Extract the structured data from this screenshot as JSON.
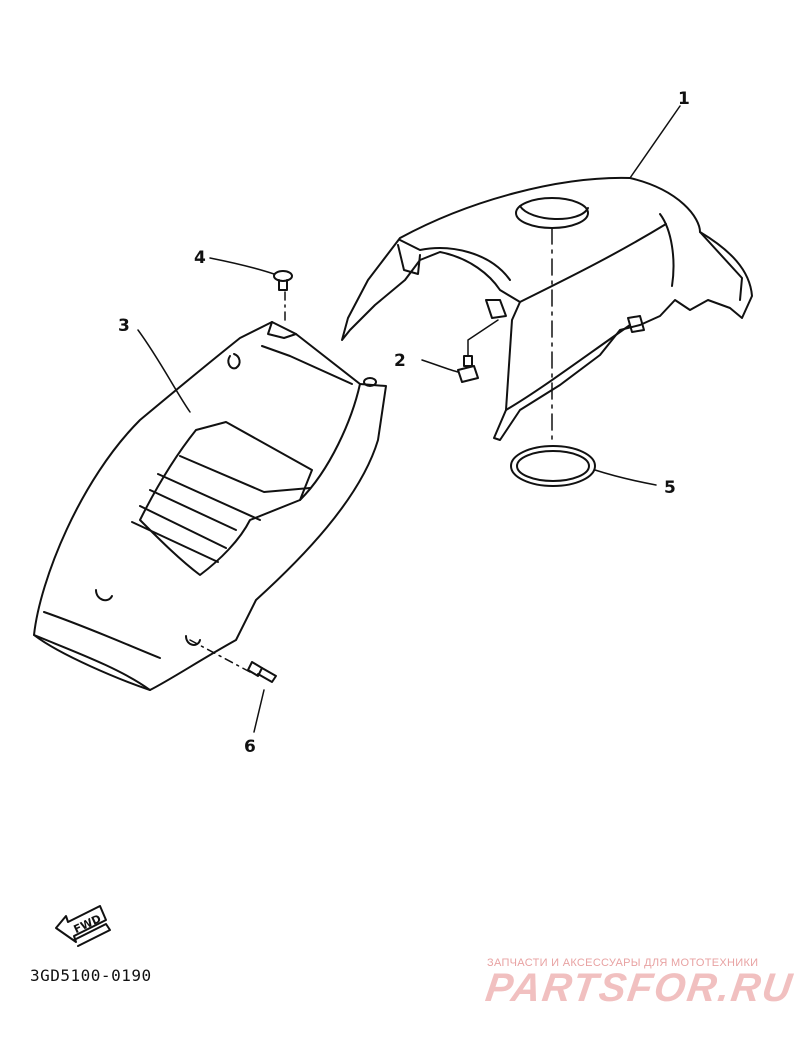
{
  "diagram": {
    "callouts": {
      "c1": "1",
      "c2": "2",
      "c3": "3",
      "c4": "4",
      "c5": "5",
      "c6": "6"
    },
    "fwd_label": "FWD",
    "reference_code": "3GD5100-0190"
  },
  "watermark": {
    "tagline": "ЗАПЧАСТИ И АКСЕССУАРЫ ДЛЯ МОТОТЕХНИКИ",
    "logo_text": "PARTSFOR.RU",
    "color": "#e06060"
  }
}
